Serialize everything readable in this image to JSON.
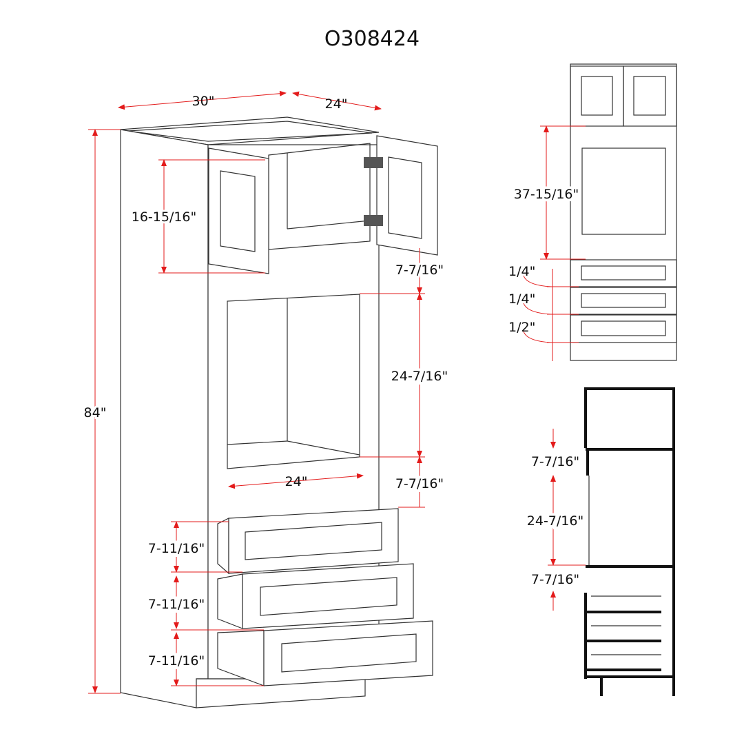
{
  "title": "O308424",
  "front_view": {
    "width": "30\"",
    "depth": "24\"",
    "height": "84\"",
    "upper_door_height": "16-15/16\"",
    "upper_gap": "7-7/16\"",
    "oven_height": "24-7/16\"",
    "oven_width": "24\"",
    "lower_gap": "7-7/16\"",
    "drawers": [
      "7-11/16\"",
      "7-11/16\"",
      "7-11/16\""
    ]
  },
  "elevation_view": {
    "upper_span": "37-15/16\"",
    "drawer_gaps": [
      "1/4\"",
      "1/4\"",
      "1/2\""
    ]
  },
  "section_view": {
    "upper_gap": "7-7/16\"",
    "oven_height": "24-7/16\"",
    "lower_gap": "7-7/16\""
  },
  "colors": {
    "dimension": "#e31b1b",
    "line": "#333333"
  }
}
